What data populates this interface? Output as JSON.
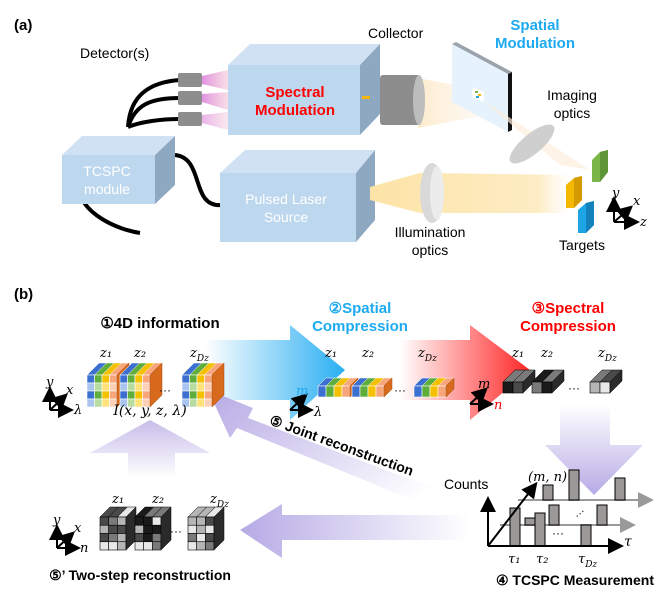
{
  "panel_a": {
    "label": "(a)",
    "detector_label": "Detector(s)",
    "collector_label": "Collector",
    "spectral_modulation": [
      "Spectral",
      "Modulation"
    ],
    "spatial_modulation": [
      "Spatial",
      "Modulation"
    ],
    "imaging_optics": [
      "Imaging",
      "optics"
    ],
    "tcspc_module": [
      "TCSPC",
      "module"
    ],
    "pulsed_laser": [
      "Pulsed Laser",
      "Source"
    ],
    "illumination_optics": [
      "Illumination",
      "optics"
    ],
    "targets_label": "Targets",
    "axes": {
      "y": "y",
      "x": "x",
      "z": "z"
    },
    "colors": {
      "spectral": "#ff0000",
      "spatial": "#1eaaf1",
      "box": "#bdd7ee",
      "target_green": "#7ab648",
      "target_orange": "#f5b800",
      "target_blue": "#1ea5e6"
    }
  },
  "panel_b": {
    "label": "(b)",
    "step1": "①4D information",
    "step2": [
      "②Spatial",
      "Compression"
    ],
    "step3": [
      "③Spectral",
      "Compression"
    ],
    "step4": "④ TCSPC Measurement",
    "step5": "⑤ Joint reconstruction",
    "step5p": "⑤’ Two-step reconstruction",
    "intensity_expr": "I(x, y, z, λ)",
    "z_labels": [
      "z₁",
      "z₂",
      "z"
    ],
    "z_sub": "Dz",
    "ellipsis": "···",
    "axes_4d": {
      "y": "y",
      "x": "x",
      "h": "λ"
    },
    "axes_spatial": {
      "m": "m",
      "h": "λ"
    },
    "axes_spectral": {
      "m": "m",
      "h": "n"
    },
    "axes_twostep": {
      "y": "y",
      "x": "x",
      "h": "n"
    },
    "tcspc": {
      "counts_label": "Counts",
      "mn_label": "(m, n)",
      "tau_axis": "τ",
      "tau_labels": [
        "τ₁",
        "τ₂",
        "τ"
      ],
      "tau_sub": "Dz"
    },
    "colors": {
      "step1": "#000000",
      "step2": "#1eaaf1",
      "step3": "#ff0000",
      "arrow_purple": "#9b8fd0"
    }
  }
}
